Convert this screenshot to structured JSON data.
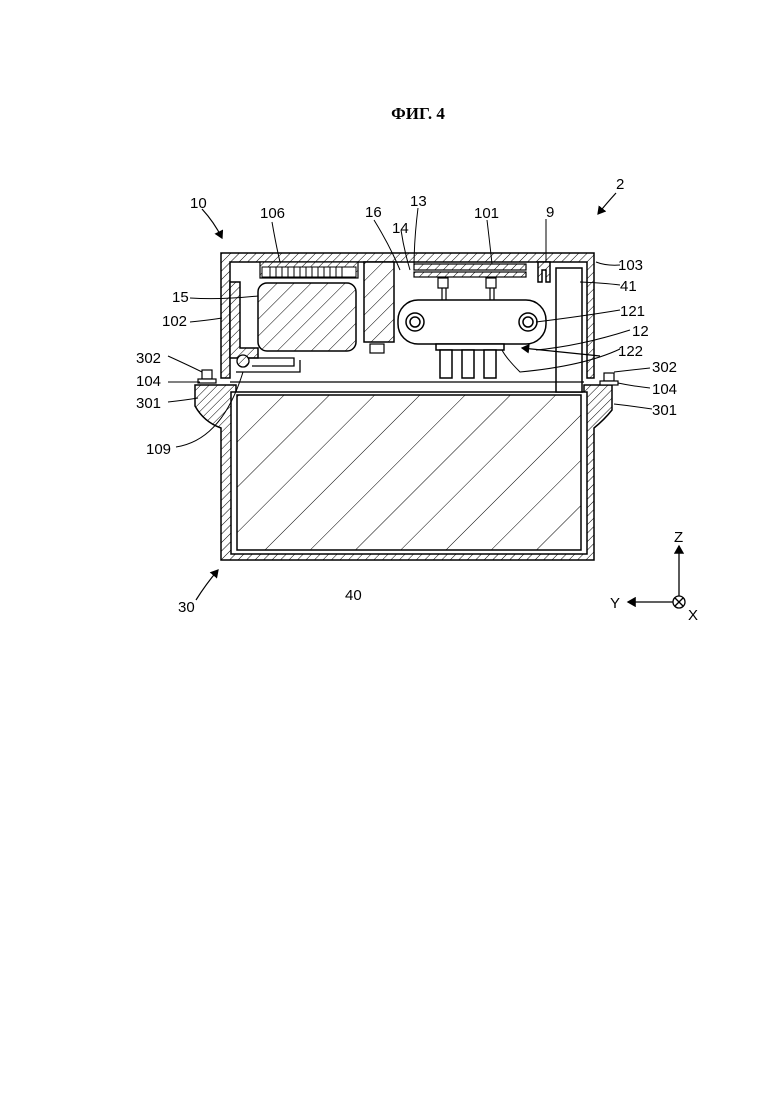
{
  "figure_title": "ФИГ. 4",
  "labels": {
    "l2": "2",
    "l10": "10",
    "l106": "106",
    "l16": "16",
    "l13": "13",
    "l14": "14",
    "l101": "101",
    "l9": "9",
    "l103": "103",
    "l41": "41",
    "l15": "15",
    "l102": "102",
    "l121": "121",
    "l12": "12",
    "l122": "122",
    "l302_left": "302",
    "l104_left": "104",
    "l301_left": "301",
    "l109": "109",
    "l302_right": "302",
    "l104_right": "104",
    "l301_right": "301",
    "l30": "30",
    "l40": "40"
  },
  "axes": {
    "z": "Z",
    "y": "Y",
    "x": "X"
  }
}
